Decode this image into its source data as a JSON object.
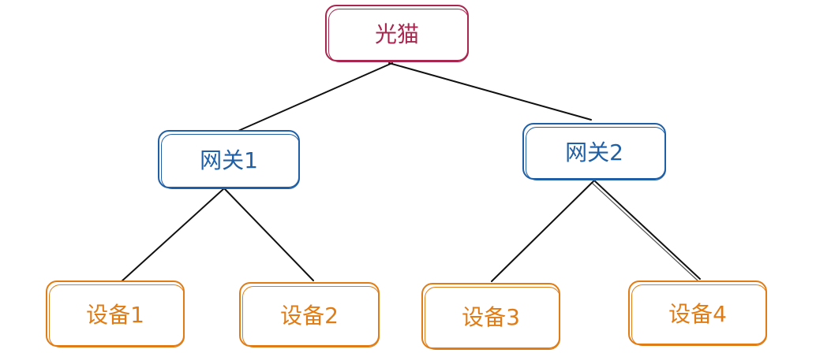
{
  "diagram": {
    "nodes": [
      {
        "id": "root",
        "label": "光猫",
        "color": "#a8264f"
      },
      {
        "id": "gw1",
        "label": "网关1",
        "color": "#1f5fa6"
      },
      {
        "id": "gw2",
        "label": "网关2",
        "color": "#1f5fa6"
      },
      {
        "id": "d1",
        "label": "设备1",
        "color": "#e07c16"
      },
      {
        "id": "d2",
        "label": "设备2",
        "color": "#e07c16"
      },
      {
        "id": "d3",
        "label": "设备3",
        "color": "#e07c16"
      },
      {
        "id": "d4",
        "label": "设备4",
        "color": "#e07c16"
      }
    ],
    "edges": [
      {
        "from": "root",
        "to": "gw1"
      },
      {
        "from": "root",
        "to": "gw2"
      },
      {
        "from": "gw1",
        "to": "d1"
      },
      {
        "from": "gw1",
        "to": "d2"
      },
      {
        "from": "gw2",
        "to": "d3"
      },
      {
        "from": "gw2",
        "to": "d4"
      }
    ]
  }
}
